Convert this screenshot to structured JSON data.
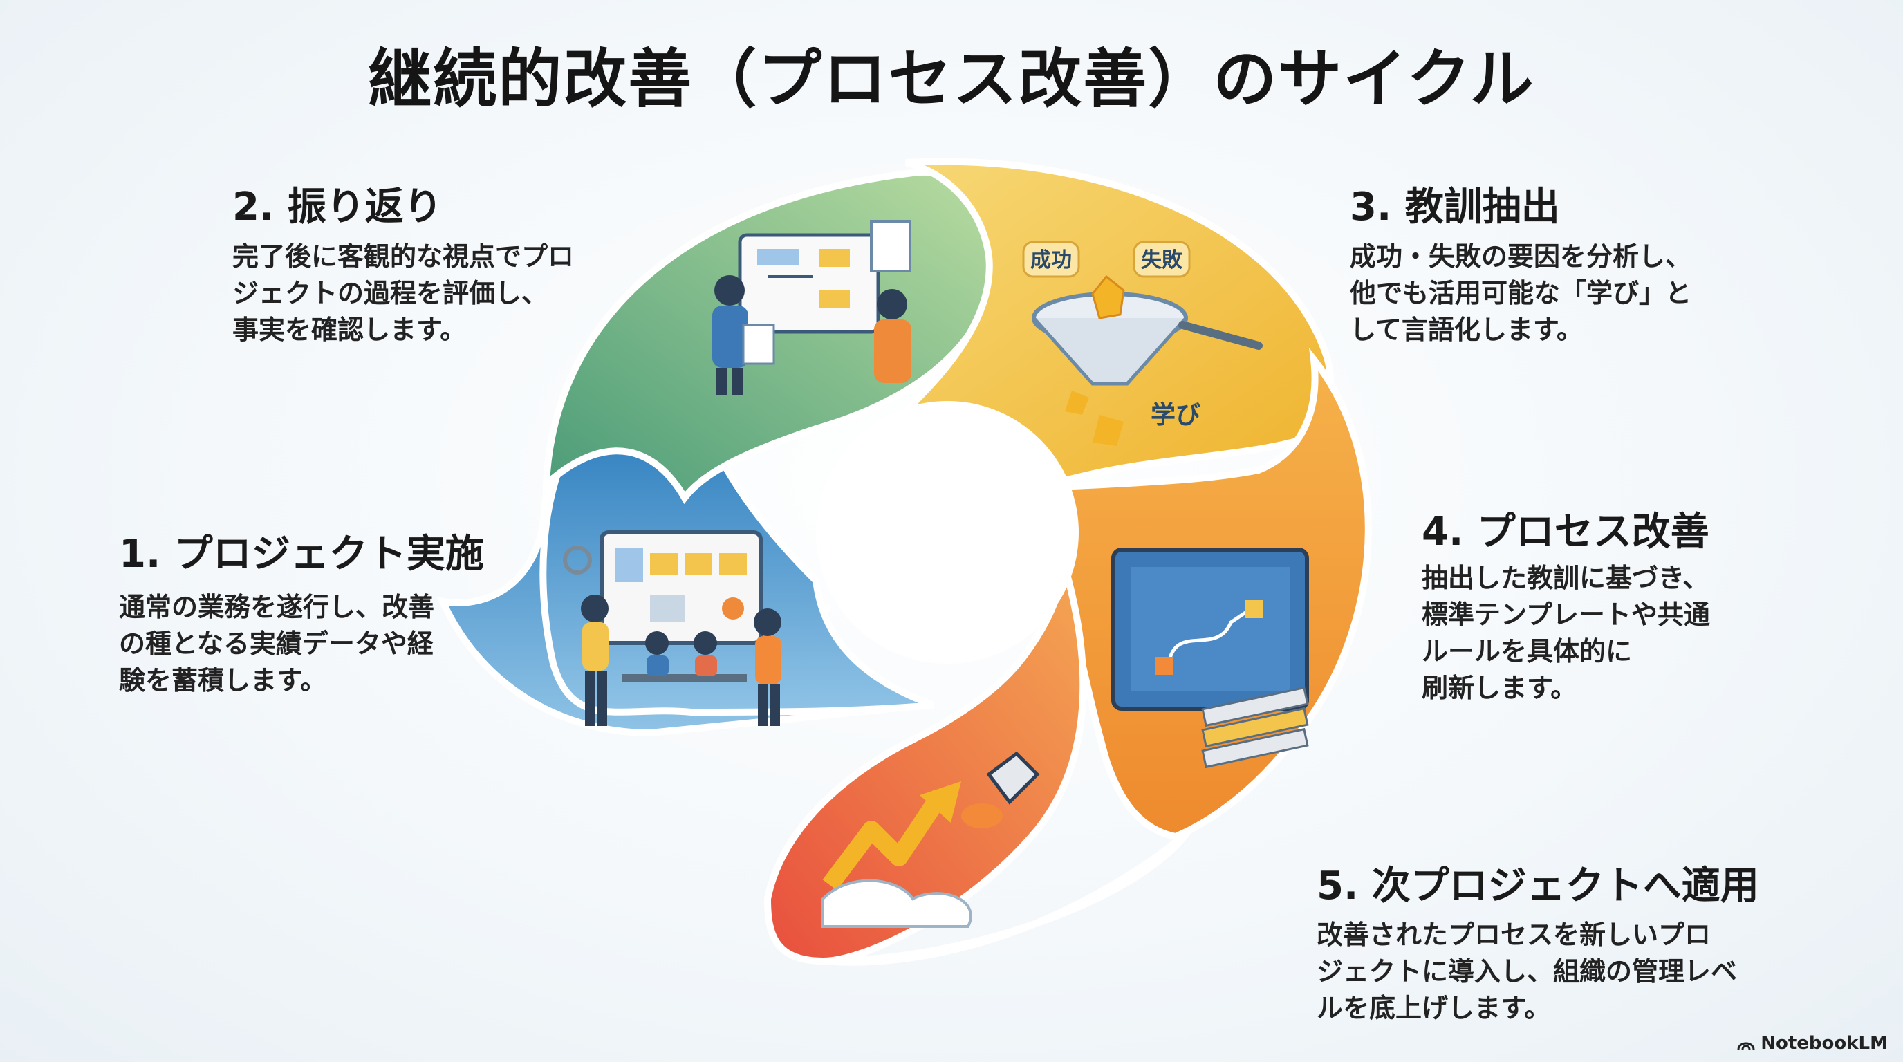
{
  "title": "継続的改善（プロセス改善）のサイクル",
  "steps": [
    {
      "title": "1. プロジェクト実施",
      "desc": [
        "通常の業務を遂行し、改善",
        "の種となる実績データや経",
        "験を蓄積します。"
      ],
      "color": "#4a90c8"
    },
    {
      "title": "2. 振り返り",
      "desc": [
        "完了後に客観的な視点でプロ",
        "ジェクトの過程を評価し、",
        "事実を確認します。"
      ],
      "color": "#5fae6e"
    },
    {
      "title": "3. 教訓抽出",
      "desc": [
        "成功・失敗の要因を分析し、",
        "他でも活用可能な「学び」と",
        "して言語化します。"
      ],
      "color": "#f2b935"
    },
    {
      "title": "4. プロセス改善",
      "desc": [
        "抽出した教訓に基づき、",
        "標準テンプレートや共通",
        "ルールを具体的に",
        "刷新します。"
      ],
      "color": "#f29a3a"
    },
    {
      "title": "5. 次プロジェクトへ適用",
      "desc": [
        "改善されたプロセスを新しいプロ",
        "ジェクトに導入し、組織の管理レベ",
        "ルを底上げします。"
      ],
      "color": "#ef6b45"
    }
  ],
  "illustration_labels": {
    "success": "成功",
    "failure": "失敗",
    "learning": "学び"
  },
  "watermark": "NotebookLM"
}
